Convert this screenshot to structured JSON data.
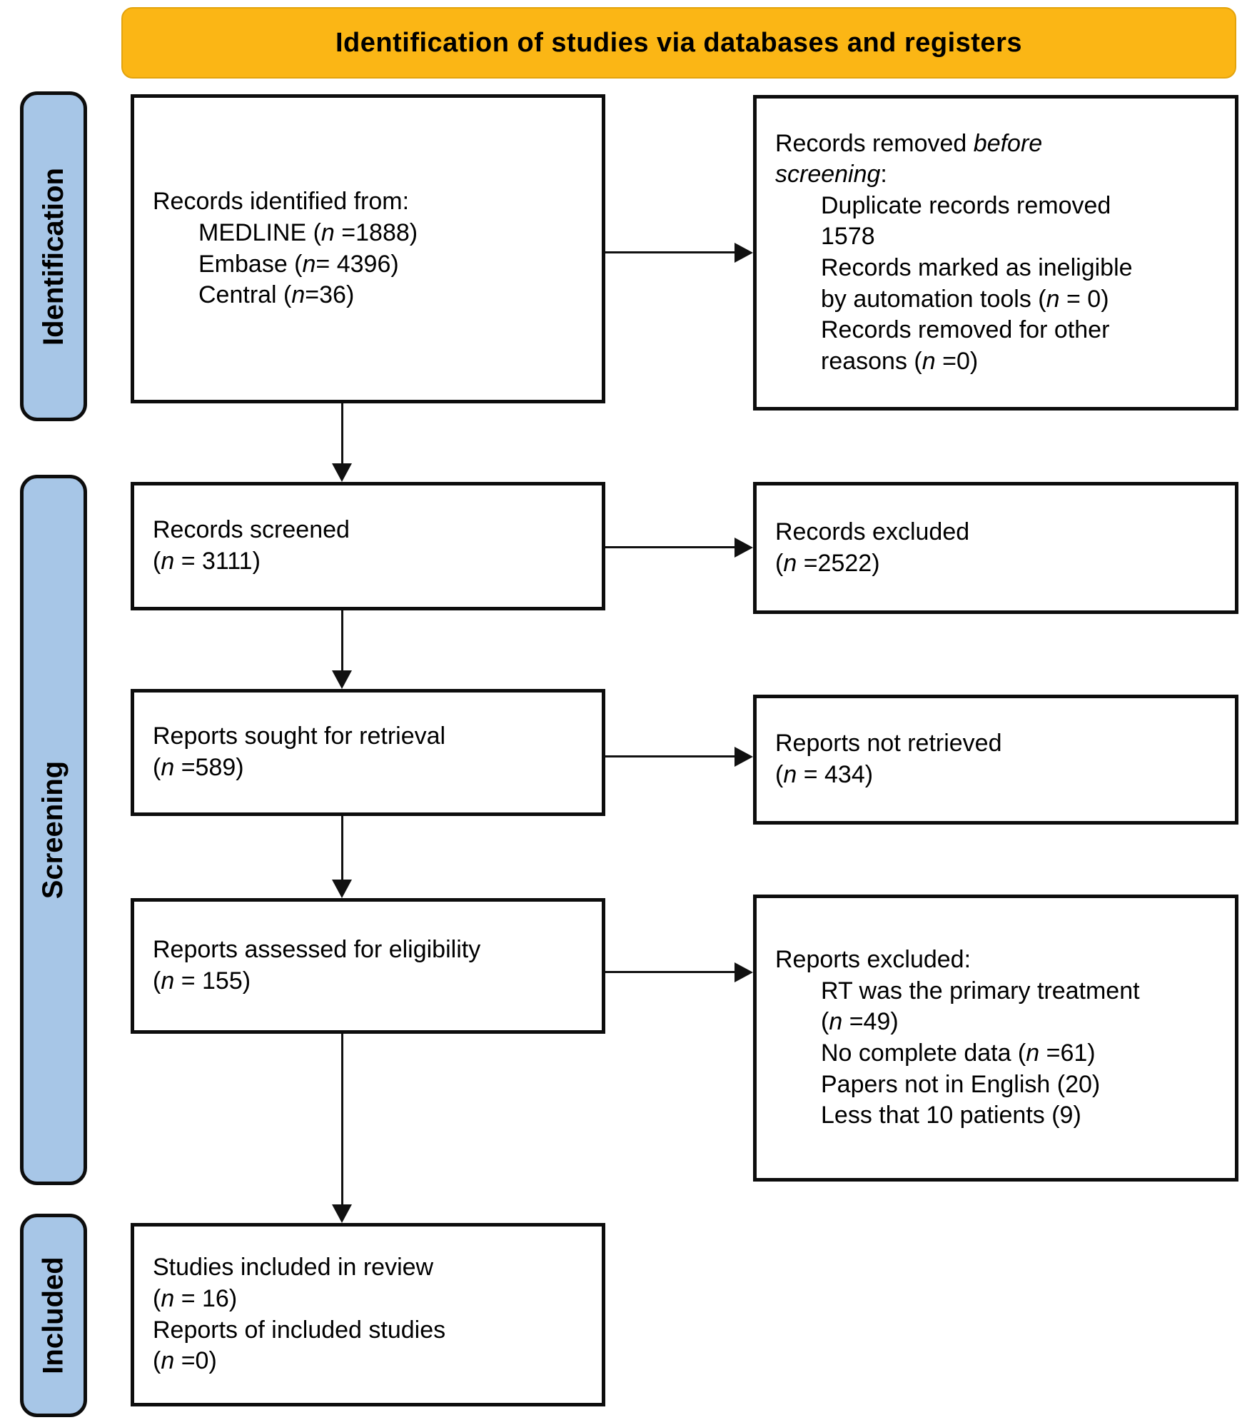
{
  "banner": {
    "label": "Identification of studies via databases and registers"
  },
  "stage_labels": [
    {
      "id": "identification",
      "label": "Identification"
    },
    {
      "id": "screening",
      "label": "Screening"
    },
    {
      "id": "included",
      "label": "Included"
    }
  ],
  "colors": {
    "banner_bg": "#FBB615",
    "stage_bg": "#A7C6E7",
    "box_border": "#0d0d0d",
    "arrow": "#111111"
  },
  "boxes": [
    {
      "id": "records-identified",
      "lines": [
        {
          "indent": 0,
          "segments": [
            {
              "text": "Records identified from:",
              "italic": false
            }
          ]
        },
        {
          "indent": 1,
          "segments": [
            {
              "text": "MEDLINE (",
              "italic": false
            },
            {
              "text": "n",
              "italic": true
            },
            {
              "text": " =1888)",
              "italic": false
            }
          ]
        },
        {
          "indent": 1,
          "segments": [
            {
              "text": "Embase (",
              "italic": false
            },
            {
              "text": "n",
              "italic": true
            },
            {
              "text": "= 4396)",
              "italic": false
            }
          ]
        },
        {
          "indent": 1,
          "segments": [
            {
              "text": "Central (",
              "italic": false
            },
            {
              "text": "n",
              "italic": true
            },
            {
              "text": "=36)",
              "italic": false
            }
          ]
        }
      ]
    },
    {
      "id": "records-removed",
      "lines": [
        {
          "indent": 0,
          "segments": [
            {
              "text": "Records removed ",
              "italic": false
            },
            {
              "text": "before",
              "italic": true
            }
          ]
        },
        {
          "indent": 0,
          "segments": [
            {
              "text": "screening",
              "italic": true
            },
            {
              "text": ":",
              "italic": false
            }
          ]
        },
        {
          "indent": 1,
          "segments": [
            {
              "text": "Duplicate records removed",
              "italic": false
            }
          ]
        },
        {
          "indent": 1,
          "segments": [
            {
              "text": "1578",
              "italic": false
            }
          ]
        },
        {
          "indent": 1,
          "segments": [
            {
              "text": "Records marked as ineligible",
              "italic": false
            }
          ]
        },
        {
          "indent": 1,
          "segments": [
            {
              "text": "by automation tools (",
              "italic": false
            },
            {
              "text": "n",
              "italic": true
            },
            {
              "text": " = 0)",
              "italic": false
            }
          ]
        },
        {
          "indent": 1,
          "segments": [
            {
              "text": "Records removed for other",
              "italic": false
            }
          ]
        },
        {
          "indent": 1,
          "segments": [
            {
              "text": "reasons (",
              "italic": false
            },
            {
              "text": "n",
              "italic": true
            },
            {
              "text": " =0)",
              "italic": false
            }
          ]
        }
      ]
    },
    {
      "id": "records-screened",
      "lines": [
        {
          "indent": 0,
          "segments": [
            {
              "text": "Records screened",
              "italic": false
            }
          ]
        },
        {
          "indent": 0,
          "segments": [
            {
              "text": "(",
              "italic": false
            },
            {
              "text": "n",
              "italic": true
            },
            {
              "text": " = 3111)",
              "italic": false
            }
          ]
        }
      ]
    },
    {
      "id": "records-excluded",
      "lines": [
        {
          "indent": 0,
          "segments": [
            {
              "text": "Records excluded",
              "italic": false
            }
          ]
        },
        {
          "indent": 0,
          "segments": [
            {
              "text": "(",
              "italic": false
            },
            {
              "text": "n",
              "italic": true
            },
            {
              "text": " =2522)",
              "italic": false
            }
          ]
        }
      ]
    },
    {
      "id": "reports-sought",
      "lines": [
        {
          "indent": 0,
          "segments": [
            {
              "text": "Reports sought for retrieval",
              "italic": false
            }
          ]
        },
        {
          "indent": 0,
          "segments": [
            {
              "text": "(",
              "italic": false
            },
            {
              "text": "n",
              "italic": true
            },
            {
              "text": " =589)",
              "italic": false
            }
          ]
        }
      ]
    },
    {
      "id": "reports-not-retrieved",
      "lines": [
        {
          "indent": 0,
          "segments": [
            {
              "text": "Reports not retrieved",
              "italic": false
            }
          ]
        },
        {
          "indent": 0,
          "segments": [
            {
              "text": "(",
              "italic": false
            },
            {
              "text": "n",
              "italic": true
            },
            {
              "text": " = 434)",
              "italic": false
            }
          ]
        }
      ]
    },
    {
      "id": "reports-assessed",
      "lines": [
        {
          "indent": 0,
          "segments": [
            {
              "text": "Reports assessed for eligibility",
              "italic": false
            }
          ]
        },
        {
          "indent": 0,
          "segments": [
            {
              "text": "(",
              "italic": false
            },
            {
              "text": "n",
              "italic": true
            },
            {
              "text": " = 155)",
              "italic": false
            }
          ]
        }
      ]
    },
    {
      "id": "reports-excluded",
      "lines": [
        {
          "indent": 0,
          "segments": [
            {
              "text": "Reports excluded:",
              "italic": false
            }
          ]
        },
        {
          "indent": 1,
          "segments": [
            {
              "text": "RT was the primary treatment",
              "italic": false
            }
          ]
        },
        {
          "indent": 1,
          "segments": [
            {
              "text": "(",
              "italic": false
            },
            {
              "text": "n",
              "italic": true
            },
            {
              "text": " =49)",
              "italic": false
            }
          ]
        },
        {
          "indent": 1,
          "segments": [
            {
              "text": "No complete data (",
              "italic": false
            },
            {
              "text": "n",
              "italic": true
            },
            {
              "text": " =61)",
              "italic": false
            }
          ]
        },
        {
          "indent": 1,
          "segments": [
            {
              "text": "Papers not in English (20)",
              "italic": false
            }
          ]
        },
        {
          "indent": 1,
          "segments": [
            {
              "text": "Less that 10 patients (9)",
              "italic": false
            }
          ]
        }
      ]
    },
    {
      "id": "studies-included",
      "lines": [
        {
          "indent": 0,
          "segments": [
            {
              "text": "Studies included in review",
              "italic": false
            }
          ]
        },
        {
          "indent": 0,
          "segments": [
            {
              "text": "(",
              "italic": false
            },
            {
              "text": "n",
              "italic": true
            },
            {
              "text": " = 16)",
              "italic": false
            }
          ]
        },
        {
          "indent": 0,
          "segments": [
            {
              "text": "Reports of included studies",
              "italic": false
            }
          ]
        },
        {
          "indent": 0,
          "segments": [
            {
              "text": "(",
              "italic": false
            },
            {
              "text": "n",
              "italic": true
            },
            {
              "text": " =0)",
              "italic": false
            }
          ]
        }
      ]
    }
  ]
}
